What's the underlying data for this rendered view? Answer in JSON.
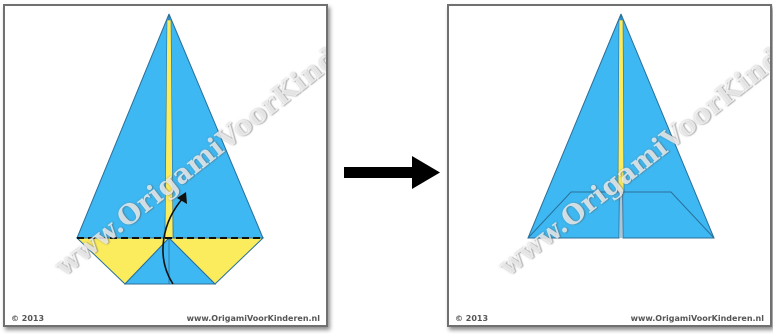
{
  "steps": [
    {
      "copyright": "© 2013",
      "site": "www.OrigamiVoorKinderen.nl",
      "watermark": "www.OrigamiVoorKinderen.nl"
    },
    {
      "copyright": "© 2013",
      "site": "www.OrigamiVoorKinderen.nl",
      "watermark": "www.OrigamiVoorKinderen.nl"
    }
  ],
  "colors": {
    "paper_blue": "#3db8f2",
    "paper_yellow": "#fbec5d",
    "edge": "#2a6f9a",
    "arrow": "#000000"
  },
  "icons": {
    "transition": "right-arrow-icon",
    "fold": "curved-fold-arrow-icon"
  }
}
